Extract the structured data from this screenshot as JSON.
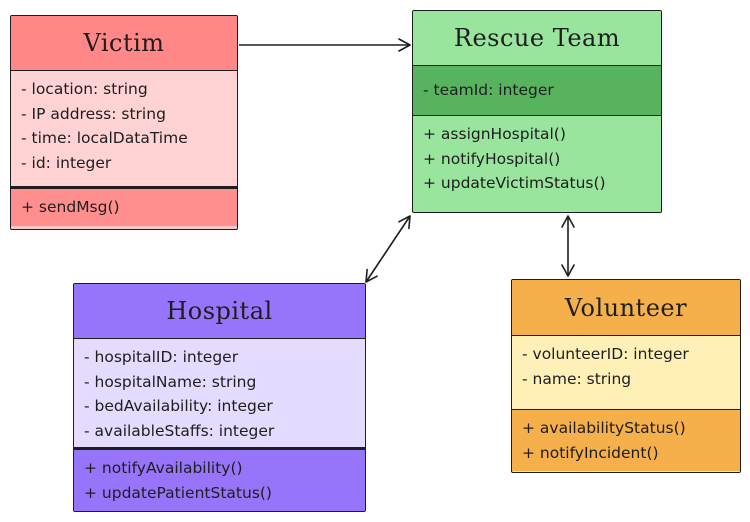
{
  "classes": {
    "victim": {
      "name": "Victim",
      "attributes": [
        "- location: string",
        "- IP address: string",
        "- time: localDataTime",
        "- id: integer"
      ],
      "methods": [
        "+ sendMsg()"
      ],
      "colors": {
        "header": "#ff8787",
        "body": "#ffd3d3"
      }
    },
    "rescue_team": {
      "name": "Rescue Team",
      "attributes": [
        "- teamId: integer"
      ],
      "methods": [
        "+ assignHospital()",
        "+ notifyHospital()",
        "+ updateVictimStatus()"
      ],
      "colors": {
        "header": "#99e59e",
        "attrs": "#58b35f"
      }
    },
    "hospital": {
      "name": "Hospital",
      "attributes": [
        "- hospitalID: integer",
        "- hospitalName: string",
        "- bedAvailability: integer",
        "- availableStaffs: integer"
      ],
      "methods": [
        "+ notifyAvailability()",
        "+ updatePatientStatus()"
      ],
      "colors": {
        "header": "#9775fa",
        "body": "#e5dbff"
      }
    },
    "volunteer": {
      "name": "Volunteer",
      "attributes": [
        "- volunteerID: integer",
        "- name: string"
      ],
      "methods": [
        "+ availabilityStatus()",
        "+ notifyIncident()"
      ],
      "colors": {
        "header": "#f5b04b",
        "body": "#fff0b8"
      }
    }
  },
  "relationships": [
    {
      "from": "Victim",
      "to": "Rescue Team",
      "direction": "one-way"
    },
    {
      "from": "Rescue Team",
      "to": "Hospital",
      "direction": "two-way"
    },
    {
      "from": "Rescue Team",
      "to": "Volunteer",
      "direction": "two-way"
    }
  ]
}
